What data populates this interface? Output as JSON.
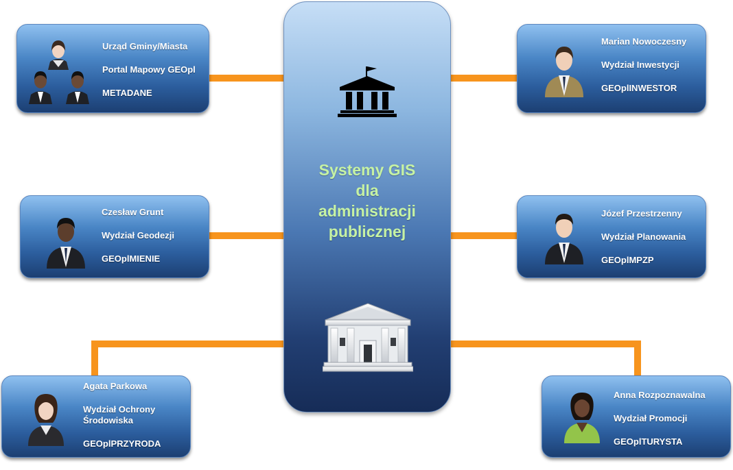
{
  "center": {
    "title_lines": [
      "Systemy GIS",
      "dla",
      "administracji",
      "publicznej"
    ]
  },
  "cards": {
    "top_left": {
      "line1": "Urząd Gminy/Miasta",
      "line2": "Portal Mapowy GEOpl",
      "line3": "METADANE"
    },
    "top_right": {
      "line1": "Marian Nowoczesny",
      "line2": "Wydział Inwestycji",
      "line3": "GEOplINWESTOR"
    },
    "mid_left": {
      "line1": "Czesław Grunt",
      "line2": "Wydział Geodezji",
      "line3": "GEOplMIENIE"
    },
    "mid_right": {
      "line1": "Józef Przestrzenny",
      "line2": "Wydział Planowania",
      "line3": "GEOplMPZP"
    },
    "bottom_left": {
      "line1": "Agata Parkowa",
      "line2a": "Wydział Ochrony",
      "line2b": "Środowiska",
      "line3": "GEOplPRZYRODA"
    },
    "bottom_right": {
      "line1": "Anna Rozpoznawalna",
      "line2": "Wydział Promocji",
      "line3": "GEOplTURYSTA"
    }
  },
  "colors": {
    "connector": "#f7941d",
    "center_title": "#c6f2a4",
    "card_text": "#ffffff"
  },
  "icons": {
    "top_left": "group-of-people-icon",
    "top_right": "man-in-tan-suit-icon",
    "mid_left": "businessman-icon",
    "mid_right": "businessman-icon",
    "bottom_left": "businesswoman-icon",
    "bottom_right": "woman-in-green-icon",
    "center_top": "government-building-icon",
    "center_bottom": "classical-building-icon"
  }
}
